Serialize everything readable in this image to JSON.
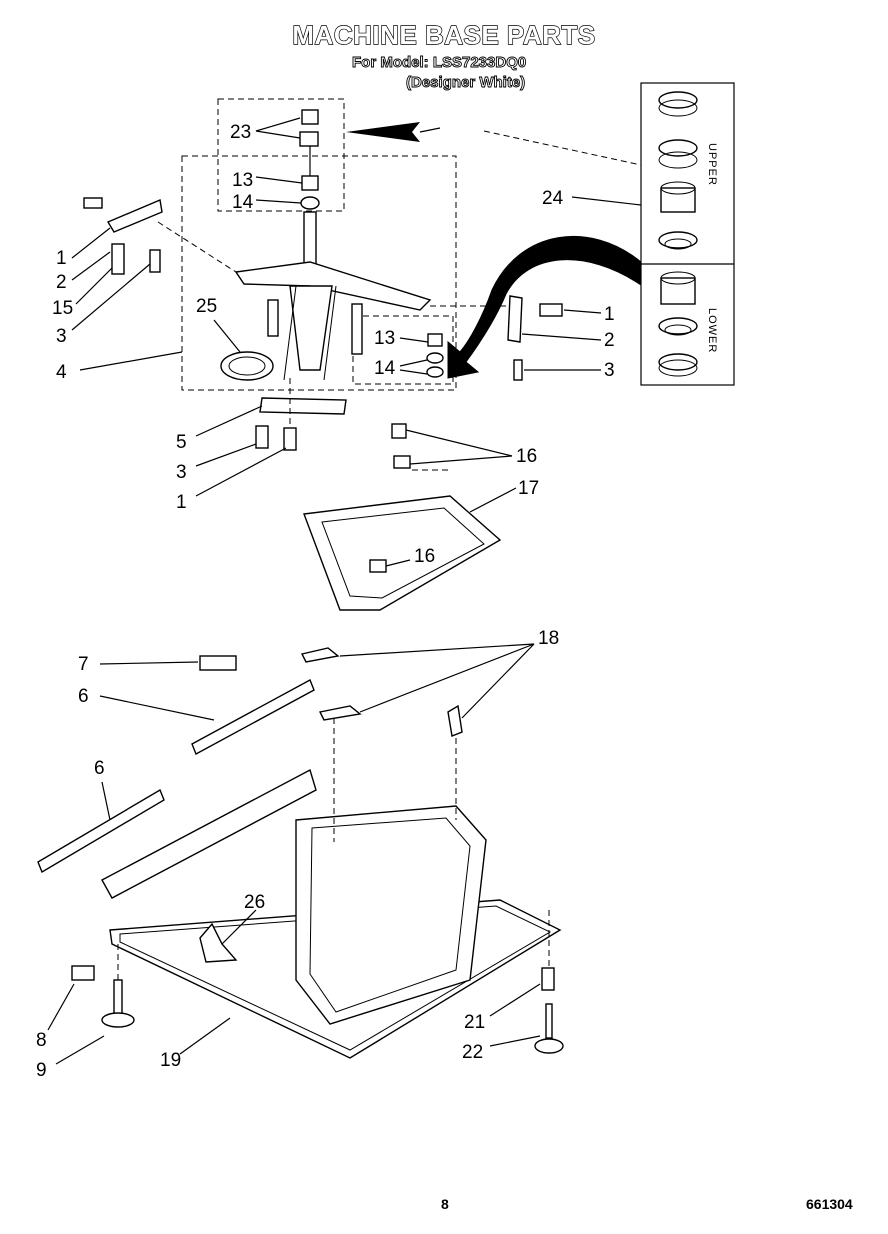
{
  "header": {
    "title": "MACHINE BASE PARTS",
    "model_line": "For Model: LSS7233DQ0",
    "variant_line": "(Designer White)"
  },
  "kit_box": {
    "upper_label": "UPPER",
    "lower_label": "LOWER"
  },
  "callouts": [
    "1",
    "2",
    "15",
    "3",
    "4",
    "25",
    "13",
    "14",
    "23",
    "24",
    "1",
    "2",
    "3",
    "13",
    "14",
    "5",
    "3",
    "1",
    "16",
    "17",
    "16",
    "18",
    "7",
    "6",
    "6",
    "26",
    "8",
    "9",
    "19",
    "21",
    "22"
  ],
  "footer": {
    "page_number": "8",
    "doc_code": "661304"
  }
}
